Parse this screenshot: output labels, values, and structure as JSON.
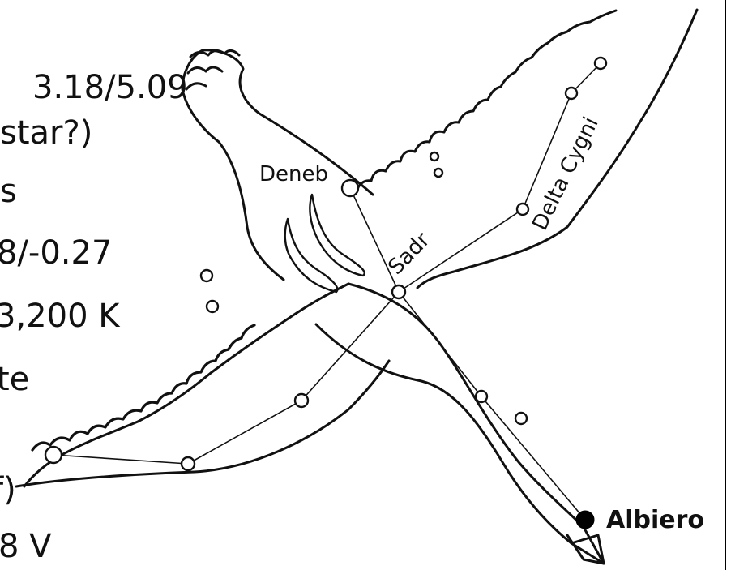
{
  "left_text": [
    "3.18/5.09",
    "star?)",
    "s",
    "8/-0.27",
    "3,200 K",
    "te",
    "f)",
    "8 V"
  ],
  "labels": {
    "deneb": "Deneb",
    "sadr": "Sadr",
    "delta": "Delta Cygni",
    "albiero": "Albiero"
  },
  "colors": {
    "ink": "#111111",
    "paper": "#ffffff"
  }
}
